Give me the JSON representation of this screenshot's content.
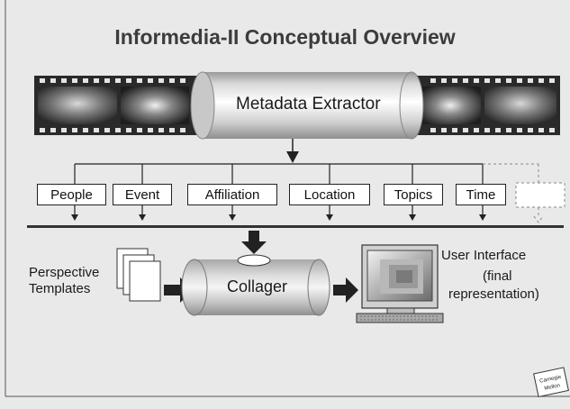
{
  "title": "Informedia-II Conceptual Overview",
  "components": {
    "extractor": "Metadata Extractor",
    "collager": "Collager",
    "templates": [
      "Perspective",
      "Templates"
    ],
    "user_interface": [
      "User Interface",
      "(final",
      "representation)"
    ]
  },
  "categories": [
    "People",
    "Event",
    "Affiliation",
    "Location",
    "Topics",
    "Time"
  ],
  "logo_text": [
    "Carnegie",
    "Mellon"
  ],
  "colors": {
    "background": "#e9e9e9",
    "title": "#3c3c3c",
    "film": "#2a2a2a",
    "box_border": "#222222",
    "dashed_box": "#9a9a9a"
  }
}
